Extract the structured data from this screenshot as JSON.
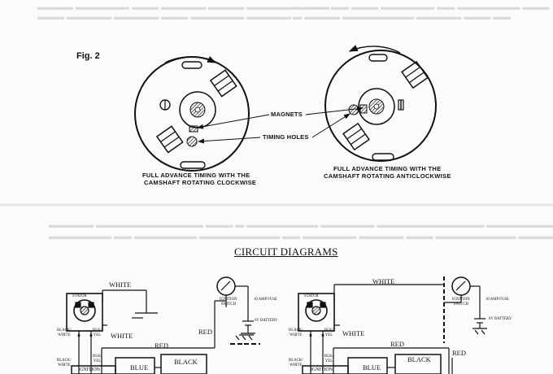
{
  "figure": {
    "label": "Fig. 2"
  },
  "timing_diagram": {
    "callouts": {
      "magnets": "MAGNETS",
      "timing_holes": "TIMING HOLES"
    },
    "left_caption": [
      "FULL ADVANCE TIMING WITH THE",
      "CAMSHAFT ROTATING CLOCKWISE"
    ],
    "right_caption": [
      "FULL ADVANCE TIMING WITH THE",
      "CAMSHAFT ROTATING ANTICLOCKWISE"
    ]
  },
  "circuit": {
    "title": "CIRCUIT DIAGRAMS",
    "left": {
      "stator": "STATOR",
      "wire_top": "WHITE",
      "wire_mid": "WHITE",
      "wire_red": "RED",
      "wire_red_short": "RED",
      "wire_bk_wh": [
        "BLACK/",
        "WHITE"
      ],
      "wire_bk_wh_low": [
        "BLACK/",
        "WHITE"
      ],
      "wire_blk_yel": [
        "BLK/",
        "YEL"
      ],
      "wire_blk_yel_low": [
        "BLK/",
        "YEL"
      ],
      "switch": [
        "IGNITION",
        "SWITCH"
      ],
      "fuse": "10 AMP FUSE",
      "battery": "6V BATTERY",
      "blue": "BLUE",
      "black": "BLACK",
      "ignition": "IGNITION"
    },
    "right": {
      "stator": "STATOR",
      "wire_top": "WHITE",
      "wire_mid": "WHITE",
      "wire_red": "RED",
      "wire_red_short": "RED",
      "wire_bk_wh": [
        "BLACK/",
        "WHITE"
      ],
      "wire_bk_wh_low": [
        "BLACK/",
        "WHITE"
      ],
      "wire_blk_yel": [
        "BLK/",
        "YEL"
      ],
      "wire_blk_yel_low": [
        "BLK/",
        "YEL"
      ],
      "switch": [
        "IGNITION",
        "SWITCH"
      ],
      "fuse": "10 AMP FUSE",
      "battery": "6V BATTERY",
      "blue": "BLUE",
      "black": "BLACK",
      "ignition": "IGNITION"
    }
  }
}
